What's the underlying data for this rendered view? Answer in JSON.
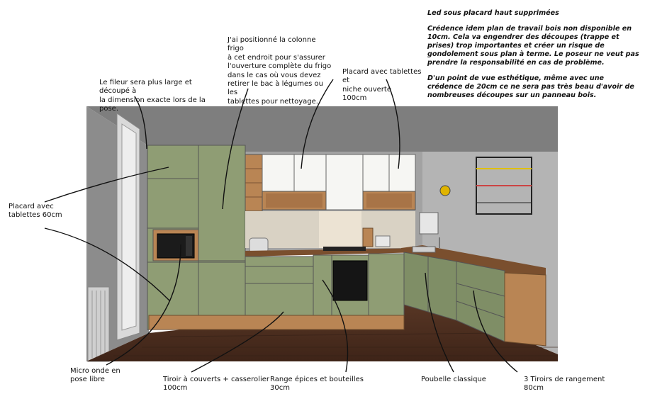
{
  "annotations": {
    "fileur": "Le fileur sera plus large et découpé à\nla dimension exacte lors de la pose.",
    "colonne_frigo": "J'ai positionné la colonne frigo\nà cet endroit pour s'assurer\nl'ouverture complète du frigo\ndans le cas où vous devez\nretirer le bac à légumes ou les\ntablettes pour nettoyage.",
    "placard_niche": "Placard avec tablettes et\nniche ouverte\n100cm",
    "placard_60": "Placard avec\ntablettes 60cm",
    "micro_onde": "Micro onde en\npose libre",
    "tiroir_couverts": "Tiroir à couverts + casserolier\n100cm",
    "range_epices": "Range épices et bouteilles\n30cm",
    "poubelle": "Poubelle classique",
    "tiroirs_rangement": "3 Tiroirs de rangement\n80cm"
  },
  "notes_right": [
    "Led sous placard haut supprimées",
    "Crédence idem plan de travail bois non disponible en 10cm. Cela va engendrer des découpes (trappe et prises) trop importantes et créer un risque de gondolement sous plan à terme. Le poseur ne veut pas prendre la responsabilité en cas de problème.",
    "D'un point de vue esthétique, même avec une crédence de 20cm ce ne sera pas très beau d'avoir de nombreuses découpes sur un panneau bois."
  ],
  "colors": {
    "cabinet_green": "#8f9d74",
    "wood": "#b98554",
    "wall_grey": "#9a9a9a",
    "ceiling": "#7f7f7f",
    "floor": "#4a2d1e",
    "white_cabinet": "#f7f7f5"
  }
}
